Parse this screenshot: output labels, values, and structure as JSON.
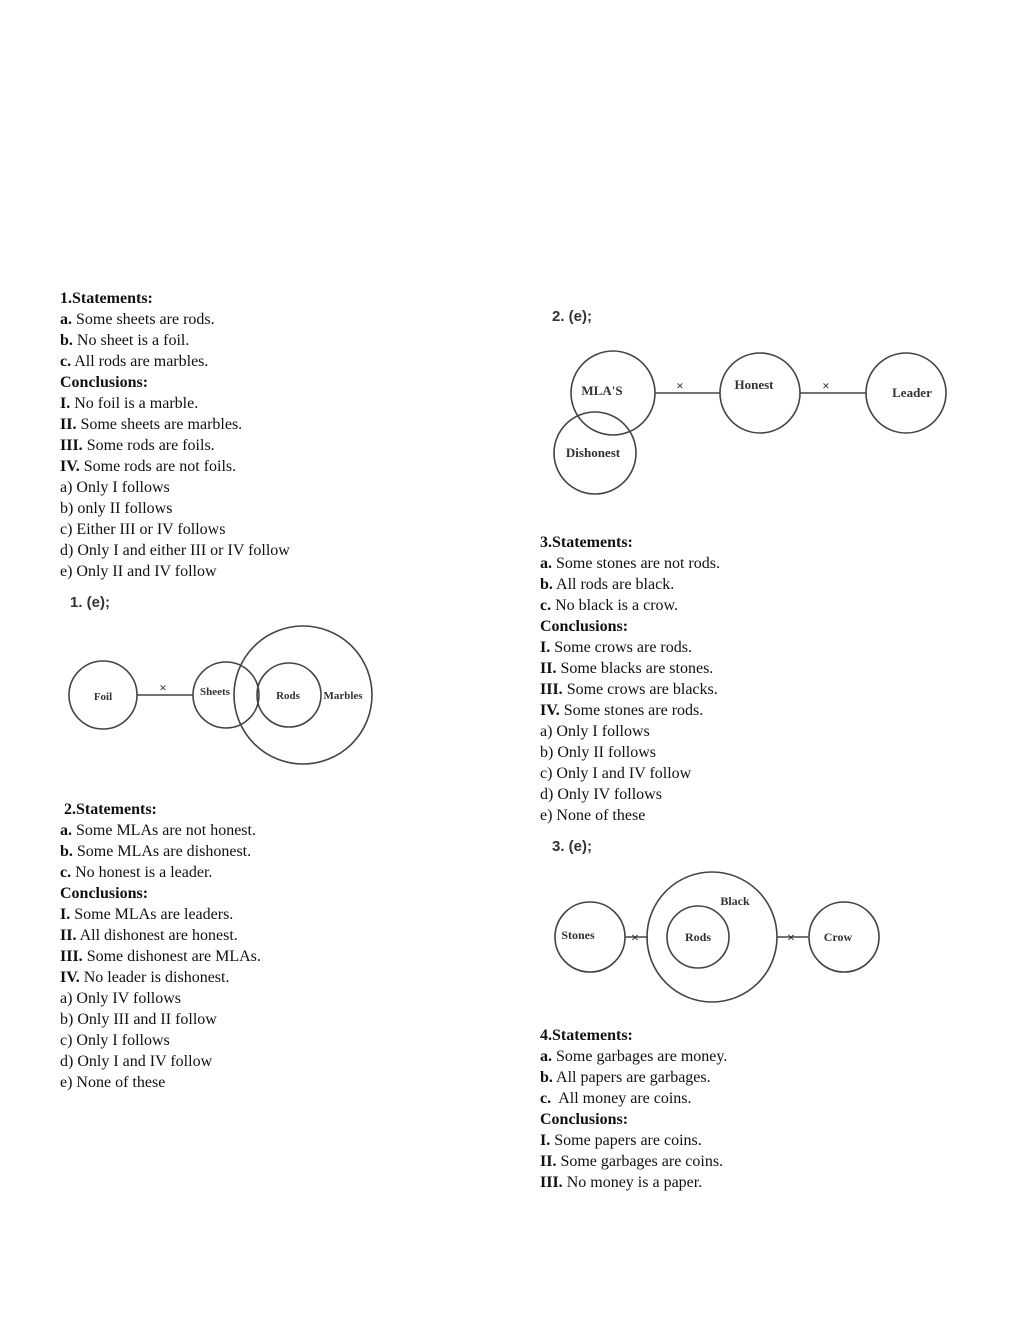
{
  "q1": {
    "title": "1.Statements:",
    "statements": [
      {
        "label": "a.",
        "text": " Some sheets are rods."
      },
      {
        "label": "b.",
        "text": " No sheet is a foil."
      },
      {
        "label": "c.",
        "text": " All rods are marbles."
      }
    ],
    "conclusions_title": "Conclusions:",
    "conclusions": [
      {
        "label": "I.",
        "text": " No foil is a marble."
      },
      {
        "label": "II.",
        "text": " Some sheets are marbles."
      },
      {
        "label": "III.",
        "text": " Some rods are foils."
      },
      {
        "label": "IV.",
        "text": " Some rods are not foils."
      }
    ],
    "options": [
      "a) Only I follows",
      "b) only II follows",
      "c) Either III or IV follows",
      "d) Only I and either III or IV follow",
      "e) Only II and IV follow"
    ],
    "answer": "1. (e);",
    "diagram": {
      "foil": "Foil",
      "sheets": "Sheets",
      "rods": "Rods",
      "marbles": "Marbles",
      "cross": "×"
    }
  },
  "q2": {
    "title": "2.Statements:",
    "statements": [
      {
        "label": "a.",
        "text": " Some MLAs are not honest."
      },
      {
        "label": "b.",
        "text": " Some MLAs are dishonest."
      },
      {
        "label": "c.",
        "text": " No honest is a leader."
      }
    ],
    "conclusions_title": "Conclusions:",
    "conclusions": [
      {
        "label": "I.",
        "text": " Some MLAs are leaders."
      },
      {
        "label": "II.",
        "text": " All dishonest are honest."
      },
      {
        "label": "III.",
        "text": " Some dishonest are MLAs."
      },
      {
        "label": "IV.",
        "text": " No leader is dishonest."
      }
    ],
    "options": [
      "a) Only IV follows",
      "b) Only III and II follow",
      "c) Only I follows",
      "d) Only I and IV follow",
      "e) None of these"
    ],
    "answer": "2. (e);",
    "diagram": {
      "mlas": "MLA'S",
      "honest": "Honest",
      "leader": "Leader",
      "dishonest": "Dishonest",
      "cross": "×"
    }
  },
  "q3": {
    "title": "3.Statements:",
    "statements": [
      {
        "label": "a.",
        "text": " Some stones are not rods."
      },
      {
        "label": "b.",
        "text": " All rods are black."
      },
      {
        "label": "c.",
        "text": " No black is a crow."
      }
    ],
    "conclusions_title": "Conclusions:",
    "conclusions": [
      {
        "label": "I.",
        "text": " Some crows are rods."
      },
      {
        "label": "II.",
        "text": " Some blacks are stones."
      },
      {
        "label": "III.",
        "text": " Some crows are blacks."
      },
      {
        "label": "IV.",
        "text": " Some stones are rods."
      }
    ],
    "options": [
      "a) Only I follows",
      "b) Only II follows",
      "c) Only I and IV follow",
      "d) Only IV follows",
      "e) None of these"
    ],
    "answer": "3. (e);",
    "diagram": {
      "stones": "Stones",
      "black": "Black",
      "rods": "Rods",
      "crow": "Crow",
      "cross": "×"
    }
  },
  "q4": {
    "title": "4.Statements:",
    "statements": [
      {
        "label": "a.",
        "text": " Some garbages are money."
      },
      {
        "label": "b.",
        "text": " All papers are garbages."
      },
      {
        "label": "c.",
        "text": "  All money are coins."
      }
    ],
    "conclusions_title": "Conclusions:",
    "conclusions": [
      {
        "label": "I.",
        "text": " Some papers are coins."
      },
      {
        "label": "II.",
        "text": " Some garbages are coins."
      },
      {
        "label": "III.",
        "text": " No money is a paper."
      }
    ]
  }
}
